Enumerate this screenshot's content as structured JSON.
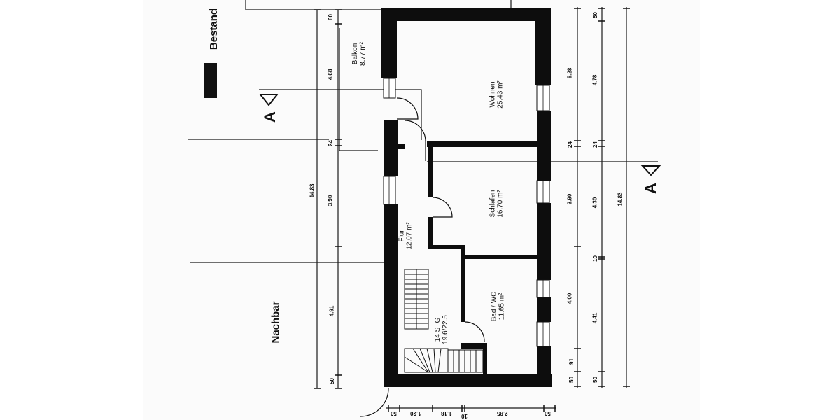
{
  "legend": {
    "label": "Bestand",
    "swatch_color": "#111111"
  },
  "labels": {
    "neighbor": "Nachbar",
    "section_marker_left": "A",
    "section_marker_right": "A"
  },
  "rooms": [
    {
      "name": "Balkon",
      "area": "8.77 m²"
    },
    {
      "name": "Wohnen",
      "area": "25.43 m²"
    },
    {
      "name": "Schlafen",
      "area": "16.70 m²"
    },
    {
      "name": "Flur",
      "area": "12.07 m²"
    },
    {
      "name": "Bad / WC",
      "area": "11.65 m²"
    }
  ],
  "stairs": {
    "line1": "14 STG",
    "line2": "19.6/22.5"
  },
  "dimensions": {
    "left_outer": [
      "14.83"
    ],
    "left_inner": [
      "60",
      "4.68",
      "24",
      "3.90",
      "4.91",
      "50"
    ],
    "right_inner": [
      "5.28",
      "24",
      "3.90",
      "4.00",
      "91",
      "50"
    ],
    "right_middle": [
      "50",
      "4.78",
      "24",
      "4.30",
      "10",
      "4.41",
      "50"
    ],
    "right_outer": [
      "14.83"
    ],
    "bottom": [
      "50",
      "1.20",
      "1.18",
      "10",
      "2.85",
      "50"
    ]
  },
  "colors": {
    "wall": "#0d0d0d",
    "line": "#1a1a1a",
    "background": "#ffffff"
  }
}
